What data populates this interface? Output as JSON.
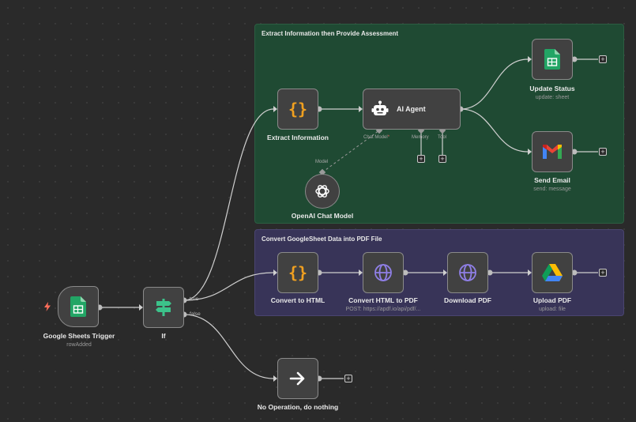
{
  "canvas": {
    "sticky_notes": [
      {
        "title": "Extract Information then Provide Assessment",
        "color": "#1f4a33"
      },
      {
        "title": "Convert GoogleSheet Data into PDF File",
        "color": "#383458"
      }
    ]
  },
  "nodes": {
    "google_sheets_trigger": {
      "label": "Google Sheets Trigger",
      "subtitle": "rowAdded",
      "icon": "google-sheets-icon"
    },
    "if": {
      "label": "If",
      "icon": "signpost-icon",
      "outputs": [
        "true",
        "false"
      ]
    },
    "extract_information": {
      "label": "Extract Information",
      "icon": "braces-icon"
    },
    "ai_agent": {
      "label": "AI Agent",
      "icon": "robot-icon",
      "ports": [
        "Chat Model",
        "Memory",
        "Tool"
      ],
      "required_marker": "*"
    },
    "openai_chat_model": {
      "label": "OpenAI Chat Model",
      "port": "Model",
      "icon": "openai-icon"
    },
    "update_status": {
      "label": "Update Status",
      "subtitle": "update: sheet",
      "icon": "google-sheets-icon"
    },
    "send_email": {
      "label": "Send Email",
      "subtitle": "send: message",
      "icon": "gmail-icon"
    },
    "convert_to_html": {
      "label": "Convert to HTML",
      "icon": "braces-icon"
    },
    "convert_html_to_pdf": {
      "label": "Convert HTML to PDF",
      "subtitle": "POST: https://apdf.io/api/pdf/...",
      "icon": "globe-icon"
    },
    "download_pdf": {
      "label": "Download PDF",
      "icon": "globe-icon"
    },
    "upload_pdf": {
      "label": "Upload PDF",
      "subtitle": "upload: file",
      "icon": "google-drive-icon"
    },
    "no_operation": {
      "label": "No Operation, do nothing",
      "icon": "arrow-right-icon"
    }
  },
  "plus_symbol": "+",
  "colors": {
    "accent_orange": "#f0a020",
    "globe_purple": "#8f7fe6",
    "sheets_green": "#22a565",
    "trigger_bolt": "#ff6d5a"
  }
}
